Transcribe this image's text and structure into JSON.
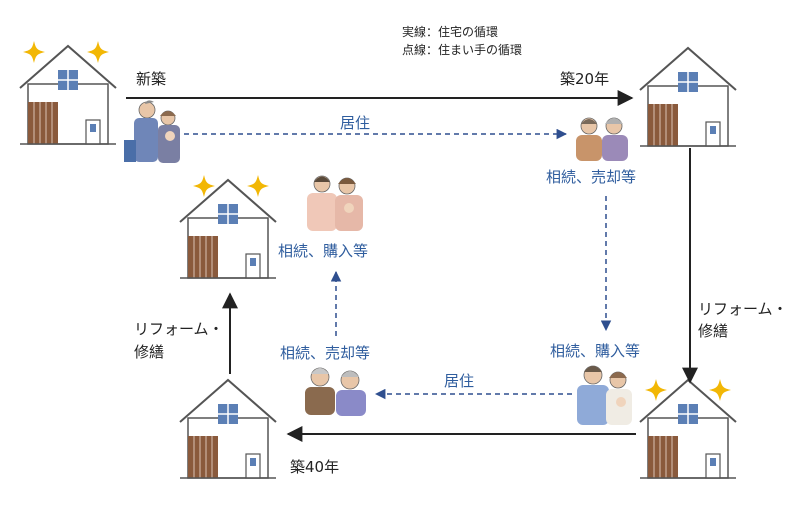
{
  "legend": {
    "solid": "実線：住宅の循環",
    "dotted": "点線：住まい手の循環"
  },
  "labels": {
    "new_build": "新築",
    "age20": "築20年",
    "age40": "築40年",
    "residence_top": "居住",
    "residence_bottom": "居住",
    "inherit_sell_right": "相続、売却等",
    "inherit_buy_right": "相続、購入等",
    "inherit_sell_left": "相続、売却等",
    "inherit_buy_left": "相続、購入等",
    "reform_right": [
      "リフォーム・",
      "修繕"
    ],
    "reform_left": [
      "リフォーム・",
      "修繕"
    ]
  },
  "colors": {
    "solid_arrow": "#222222",
    "dotted_arrow": "#2f4f8f",
    "label_blue": "#2f5d9e",
    "sparkle": "#f2b705",
    "house_wall": "#ffffff",
    "house_outline": "#555555",
    "house_siding": "#8a5a3c",
    "window": "#5b7fb5"
  }
}
